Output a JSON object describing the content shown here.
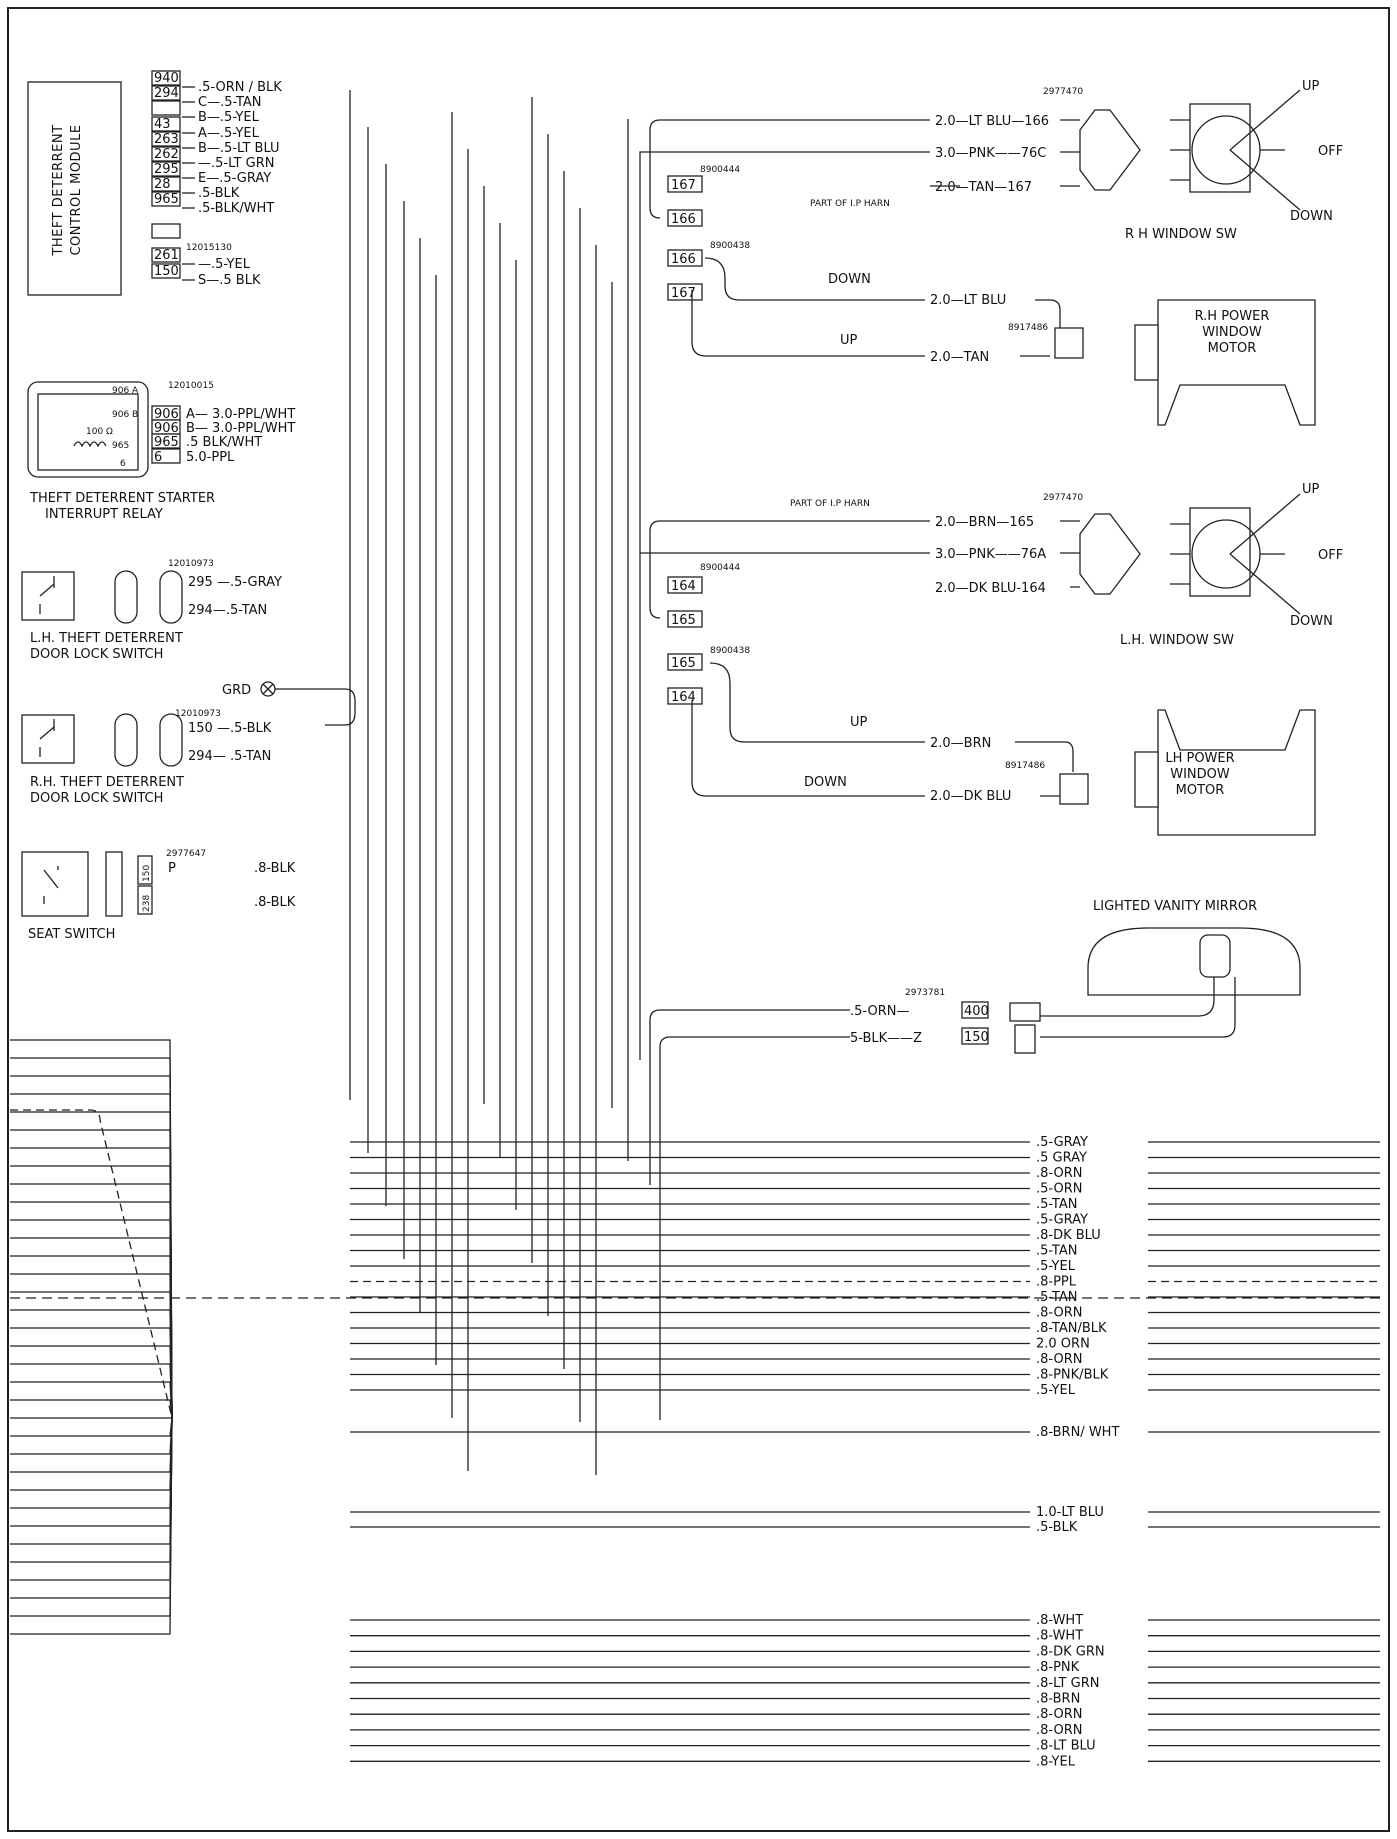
{
  "modules": {
    "theft_module": {
      "line1": "THEFT DETERRENT",
      "line2": "CONTROL MODULE",
      "part2": "12015130"
    },
    "starter_relay": {
      "line1": "THEFT DETERRENT STARTER",
      "line2": "INTERRUPT RELAY",
      "part": "12010015",
      "inner_906a": "906 A",
      "inner_906b": "906 B",
      "inner_100": "100 Ω",
      "inner_965": "965",
      "inner_6": "6"
    },
    "lh_lock_switch": {
      "line1": "L.H. THEFT DETERRENT",
      "line2": "DOOR LOCK SWITCH",
      "part": "12010973"
    },
    "rh_lock_switch": {
      "line1": "R.H. THEFT DETERRENT",
      "line2": "DOOR LOCK SWITCH",
      "part": "12010973"
    },
    "seat_switch": {
      "label": "SEAT  SWITCH",
      "part": "2977647"
    },
    "ground": {
      "label": "GRD"
    },
    "rh_window_sw": {
      "label": "R H WINDOW SW",
      "part": "2977470",
      "up": "UP",
      "off": "OFF",
      "down": "DOWN"
    },
    "lh_window_sw": {
      "label": "L.H. WINDOW SW",
      "part": "2977470",
      "up": "UP",
      "off": "OFF",
      "down": "DOWN"
    },
    "rh_motor": {
      "line1": "R.H POWER",
      "line2": "WINDOW",
      "line3": "MOTOR",
      "part": "8917486"
    },
    "lh_motor": {
      "line1": "LH POWER",
      "line2": "WINDOW",
      "line3": "MOTOR",
      "part": "8917486"
    },
    "vanity_mirror": {
      "label": "LIGHTED VANITY MIRROR",
      "part": "2973781"
    }
  },
  "theft_pins": [
    "940",
    "294",
    "",
    "43",
    "263",
    "262",
    "295",
    "28",
    "965",
    "",
    "261",
    "150"
  ],
  "theft_wires": [
    ".5-ORN / BLK",
    "C—.5-TAN",
    "B—.5-YEL",
    "A—.5-YEL",
    "B—.5-LT BLU",
    "—.5-LT GRN",
    "E—.5-GRAY",
    ".5-BLK",
    ".5-BLK/WHT",
    "—.5-YEL",
    "S—.5 BLK"
  ],
  "relay_pins": [
    "906",
    "906",
    "965",
    "6"
  ],
  "relay_wires": [
    "A— 3.0-PPL/WHT",
    "B— 3.0-PPL/WHT",
    ".5 BLK/WHT",
    "5.0-PPL"
  ],
  "lh_switch_wires": [
    "295 —.5-GRAY",
    "294—.5-TAN"
  ],
  "rh_switch_wires": [
    "150 —.5-BLK",
    "294— .5-TAN"
  ],
  "seat_pins": [
    "150",
    "238"
  ],
  "seat_wires": [
    "P",
    ".8-BLK",
    ".8-BLK"
  ],
  "rh_window": {
    "conn_part": "8900444",
    "conn_pins": [
      "167",
      "166"
    ],
    "harness_note": "PART OF I.P HARN",
    "wires": [
      "2.0—LT BLU—166",
      "3.0—PNK——76C",
      "2.0—TAN—167"
    ],
    "motor_conn_part": "8900438",
    "motor_pins": [
      "166",
      "167"
    ],
    "motor_wires": [
      "2.0—LT BLU",
      "2.0—TAN"
    ],
    "down": "DOWN",
    "up": "UP"
  },
  "lh_window": {
    "conn_part": "8900444",
    "conn_pins": [
      "164",
      "165"
    ],
    "harness_note": "PART OF I.P HARN",
    "wires": [
      "2.0—BRN—165",
      "3.0—PNK——76A",
      "2.0—DK BLU-164"
    ],
    "motor_conn_part": "8900438",
    "motor_pins": [
      "165",
      "164"
    ],
    "motor_wires": [
      "2.0—BRN",
      "2.0—DK BLU"
    ],
    "up": "UP",
    "down": "DOWN"
  },
  "mirror_wires": [
    ".5-ORN—",
    "5-BLK——Z"
  ],
  "mirror_pins": [
    "400",
    "150"
  ],
  "bus_wires": [
    ".5-GRAY",
    ".5  GRAY",
    ".8-ORN",
    ".5-ORN",
    ".5-TAN",
    ".5-GRAY",
    ".8-DK BLU",
    ".5-TAN",
    ".5-YEL",
    ".8-PPL",
    ".5-TAN",
    ".8-ORN",
    ".8-TAN/BLK",
    "2.0  ORN",
    ".8-ORN",
    ".8-PNK/BLK",
    ".5-YEL",
    ".8-BRN/ WHT",
    "1.0-LT BLU",
    ".5-BLK",
    ".8-WHT",
    ".8-WHT",
    ".8-DK GRN",
    ".8-PNK",
    ".8-LT GRN",
    ".8-BRN",
    ".8-ORN",
    ".8-ORN",
    ".8-LT BLU",
    ".8-YEL"
  ]
}
